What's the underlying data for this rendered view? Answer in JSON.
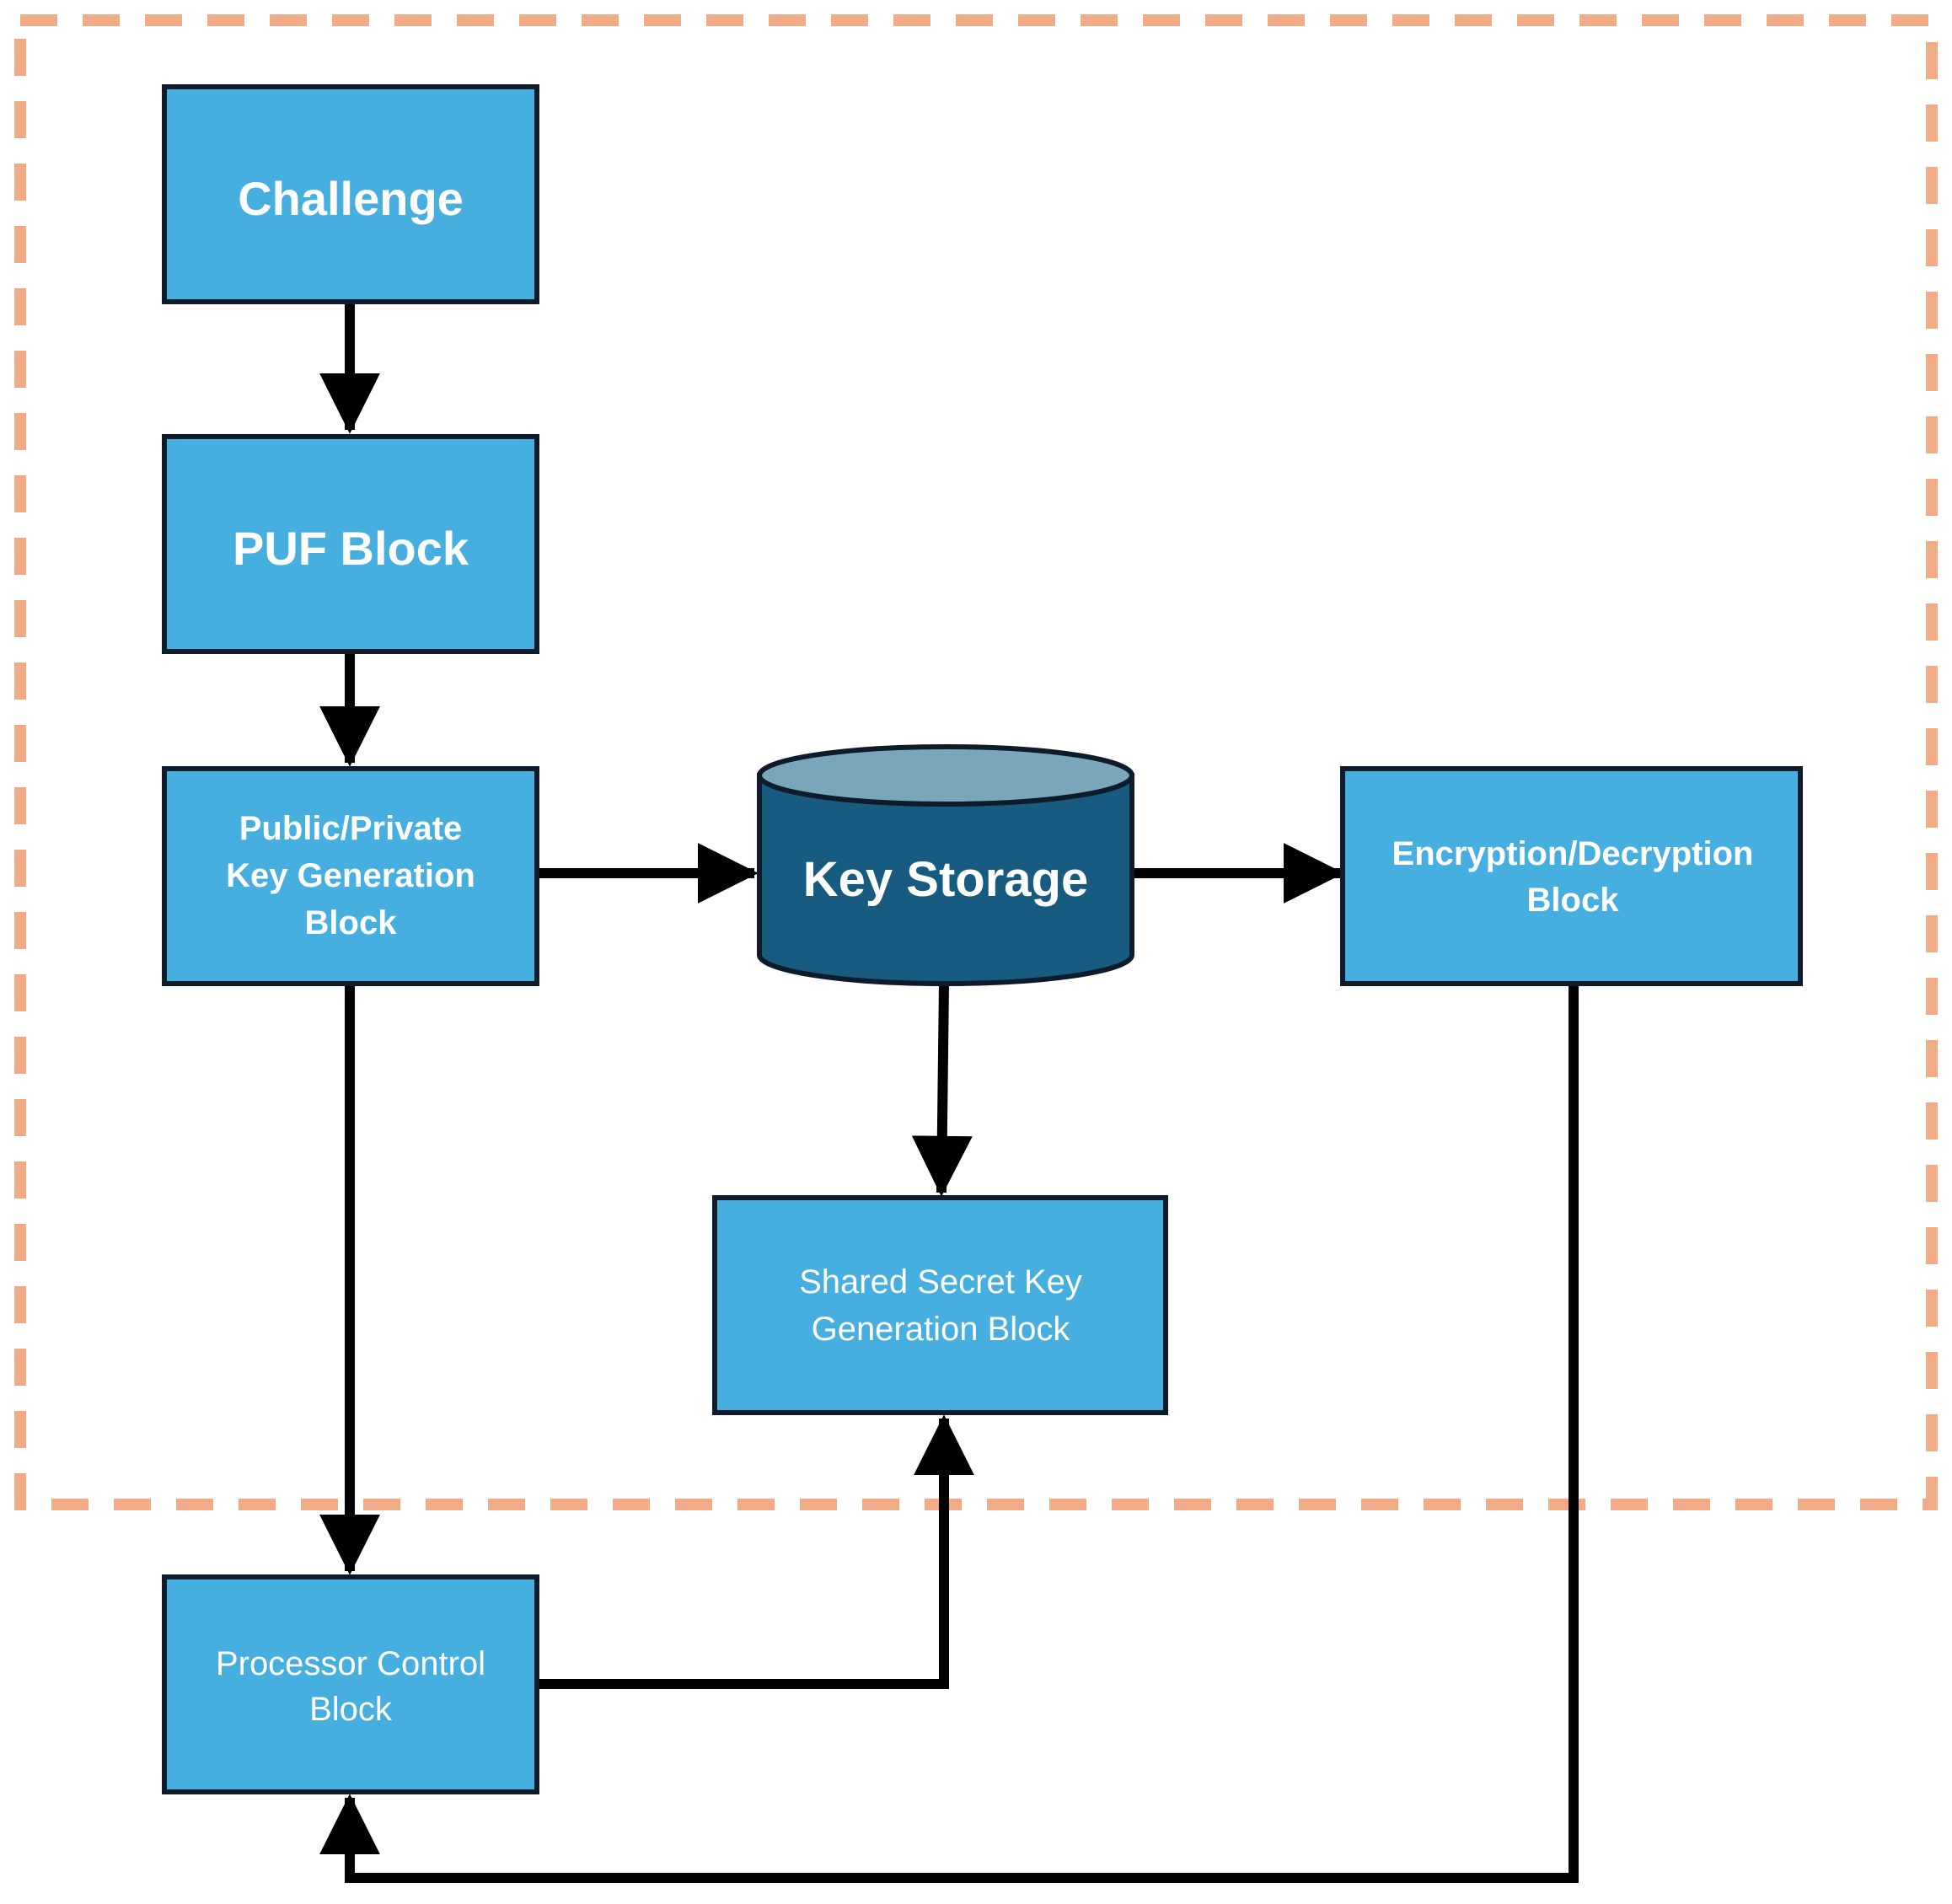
{
  "diagram": {
    "colors": {
      "block_fill": "#47AFDF",
      "block_stroke": "#0D1B2A",
      "storage_body": "#175C80",
      "storage_top": "#7AA6BA",
      "arrow": "#000000",
      "boundary": "#F2AB87"
    },
    "nodes": {
      "challenge": {
        "label": "Challenge"
      },
      "puf": {
        "label": "PUF Block"
      },
      "keygen": {
        "lines": [
          "Public/Private",
          "Key Generation",
          "Block"
        ]
      },
      "storage": {
        "label": "Key Storage"
      },
      "encdec": {
        "lines": [
          "Encryption/Decryption",
          "Block"
        ]
      },
      "shared": {
        "lines": [
          "Shared Secret Key",
          "Generation Block"
        ]
      },
      "processor": {
        "lines": [
          "Processor Control",
          "Block"
        ]
      }
    }
  }
}
